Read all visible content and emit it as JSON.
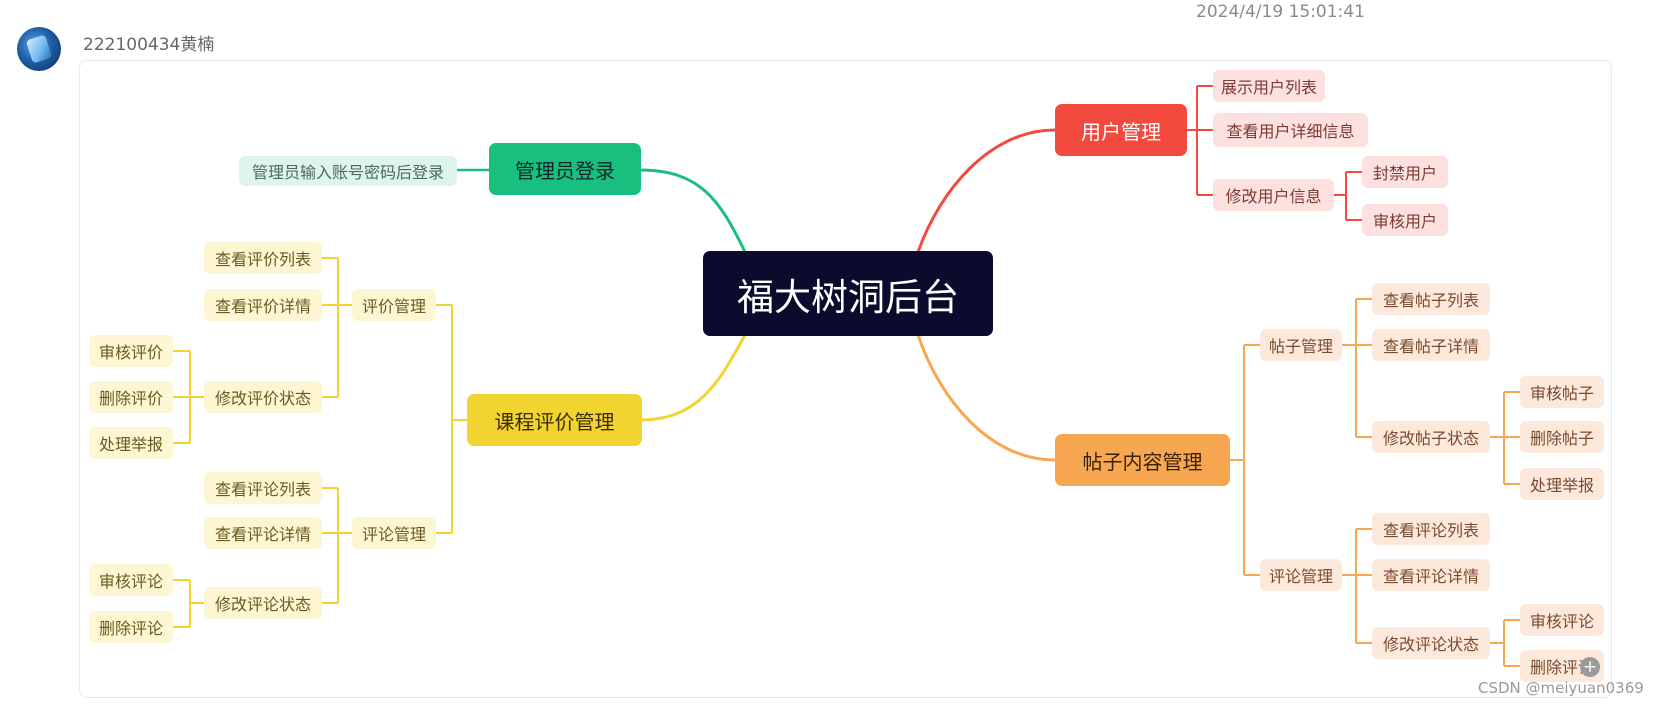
{
  "post": {
    "timestamp": "2024/4/19 15:01:41",
    "username": "222100434黄楠",
    "watermark": "CSDN @meiyuan0369"
  },
  "mindmap": {
    "root": "福大树洞后台",
    "admin_login": {
      "title": "管理员登录",
      "child": "管理员输入账号密码后登录"
    },
    "user_mgmt": {
      "title": "用户管理",
      "show_list": "展示用户列表",
      "view_detail": "查看用户详细信息",
      "modify": "修改用户信息",
      "ban": "封禁用户",
      "review": "审核用户"
    },
    "course_eval": {
      "title": "课程评价管理",
      "eval_mgmt": "评价管理",
      "view_eval_list": "查看评价列表",
      "view_eval_detail": "查看评价详情",
      "modify_eval_status": "修改评价状态",
      "review_eval": "审核评价",
      "delete_eval": "删除评价",
      "handle_report": "处理举报",
      "comment_mgmt": "评论管理",
      "view_comment_list": "查看评论列表",
      "view_comment_detail": "查看评论详情",
      "modify_comment_status": "修改评论状态",
      "review_comment": "审核评论",
      "delete_comment": "删除评论"
    },
    "post_content": {
      "title": "帖子内容管理",
      "post_mgmt": "帖子管理",
      "view_post_list": "查看帖子列表",
      "view_post_detail": "查看帖子详情",
      "modify_post_status": "修改帖子状态",
      "review_post": "审核帖子",
      "delete_post": "删除帖子",
      "handle_report": "处理举报",
      "comment_mgmt": "评论管理",
      "view_comment_list": "查看评论列表",
      "view_comment_detail": "查看评论详情",
      "modify_comment_status": "修改评论状态",
      "review_comment": "审核评论",
      "delete_comment": "删除评论"
    }
  },
  "colors": {
    "green": "#19bf7e",
    "red": "#f24a3e",
    "yellow": "#f2d431",
    "orange": "#f7a751",
    "root": "#0b0b2e"
  }
}
